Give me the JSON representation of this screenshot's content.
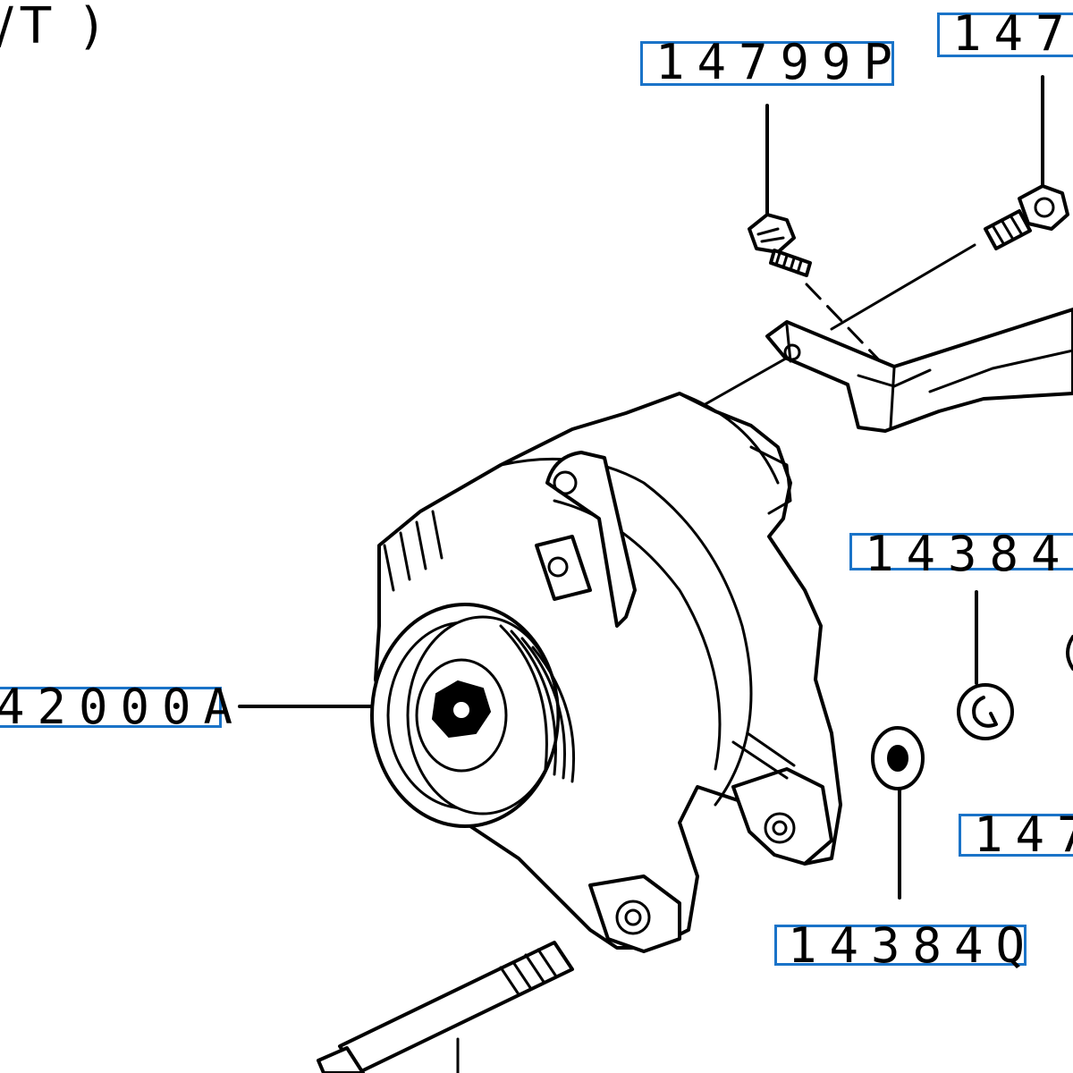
{
  "heading": {
    "text": "/T )"
  },
  "callouts": [
    {
      "name": "callout-14799p",
      "text": "14799P"
    },
    {
      "name": "callout-147-top",
      "text": "147"
    },
    {
      "name": "callout-14384-right",
      "text": "14384"
    },
    {
      "name": "callout-42000a",
      "text": "42000A"
    },
    {
      "name": "callout-147-bottom",
      "text": "147"
    },
    {
      "name": "callout-14384q",
      "text": "14384Q"
    }
  ],
  "colors": {
    "callout_border": "#1a73c8",
    "ink": "#000000",
    "background": "#ffffff"
  },
  "icons": {
    "main_part": "alternator-icon",
    "fasteners": [
      "bolt-icon",
      "bolt-icon",
      "stud-bolt-icon"
    ],
    "washers": [
      "spring-washer-icon",
      "flat-washer-icon"
    ],
    "bracket": "bracket-icon"
  }
}
